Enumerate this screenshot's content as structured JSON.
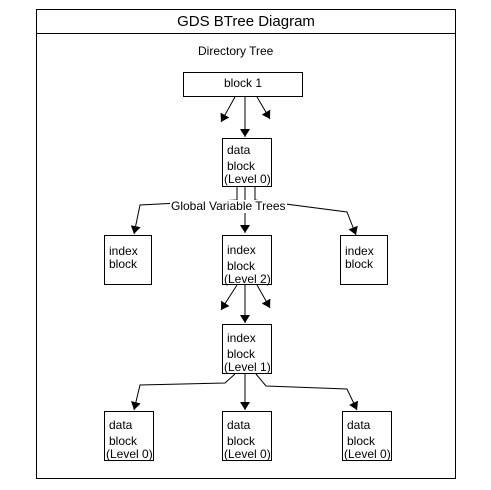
{
  "title": "GDS BTree Diagram",
  "labels": {
    "directory_tree": "Directory Tree",
    "global_variable_trees": "Global Variable Trees"
  },
  "nodes": {
    "block1": {
      "label": "block 1"
    },
    "dir_data": {
      "line1": "data",
      "line2": "block",
      "line3": "(Level 0)"
    },
    "idx_left": {
      "line1": "index",
      "line2": "block"
    },
    "idx_center": {
      "line1": "index",
      "line2": "block",
      "line3": "(Level 2)"
    },
    "idx_right": {
      "line1": "index",
      "line2": "block"
    },
    "idx_level1": {
      "line1": "index",
      "line2": "block",
      "line3": "(Level 1)"
    },
    "data_left": {
      "line1": "data",
      "line2": "block",
      "line3": "(Level 0)"
    },
    "data_center": {
      "line1": "data",
      "line2": "block",
      "line3": "(Level 0)"
    },
    "data_right": {
      "line1": "data",
      "line2": "block",
      "line3": "(Level 0)"
    }
  },
  "colors": {
    "line": "#000000",
    "background": "#ffffff"
  }
}
